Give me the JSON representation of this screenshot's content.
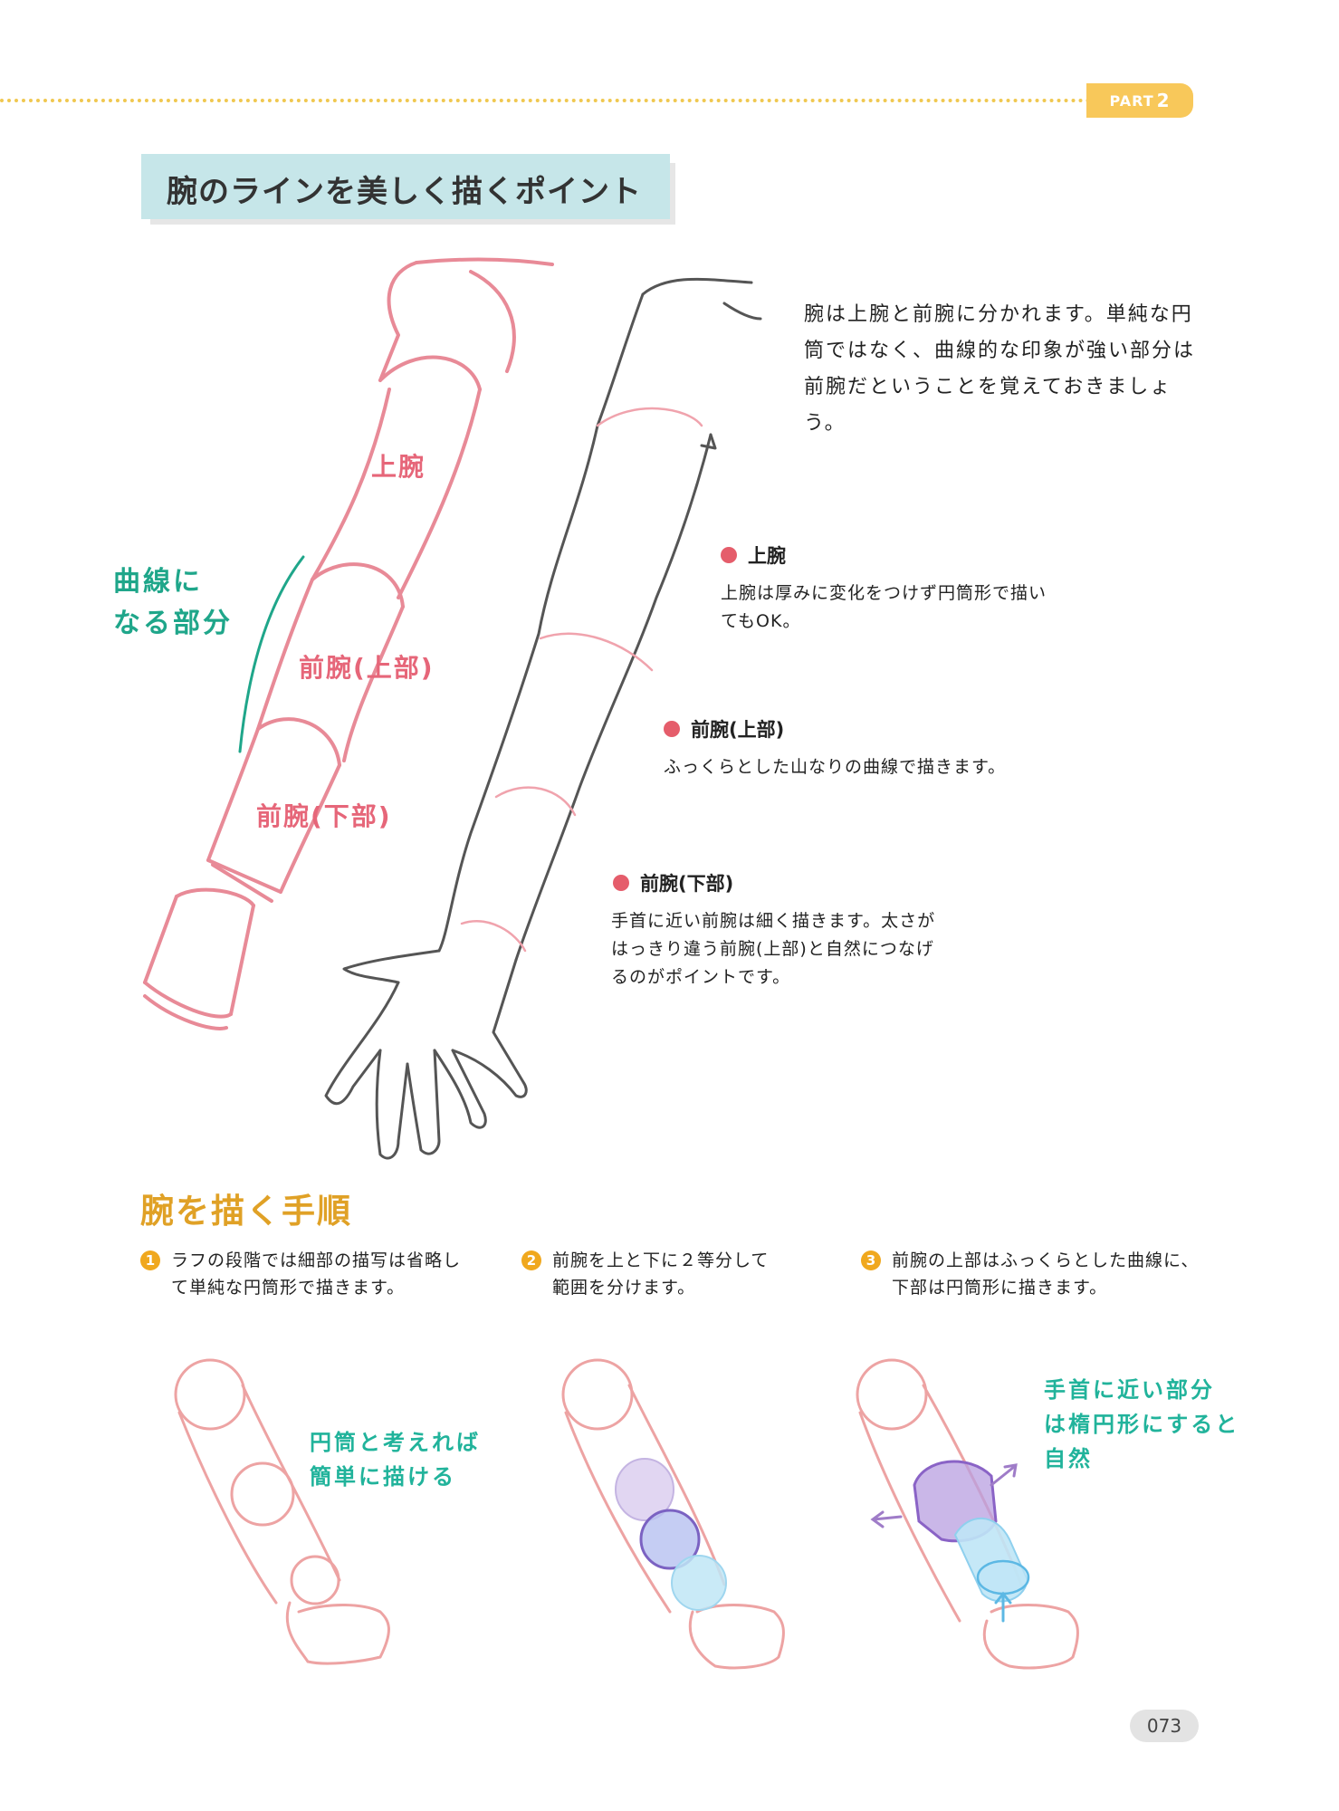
{
  "header": {
    "part_label": "PART",
    "part_number": "2"
  },
  "section": {
    "title": "腕のラインを美しく描くポイント"
  },
  "intro": {
    "text": "腕は上腕と前腕に分かれます。単純な円筒ではなく、曲線的な印象が強い部分は前腕だということを覚えておきましょう。"
  },
  "diagram_labels": {
    "upper_arm": "上腕",
    "forearm_upper": "前腕(上部)",
    "forearm_lower": "前腕(下部)",
    "curve_part_line1": "曲線に",
    "curve_part_line2": "なる部分"
  },
  "bullets": [
    {
      "title": "上腕",
      "body_line1": "上腕は厚みに変化をつけず円筒形で描い",
      "body_line2": "てもOK。"
    },
    {
      "title": "前腕(上部)",
      "body_line1": "ふっくらとした山なりの曲線で描きます。",
      "body_line2": ""
    },
    {
      "title": "前腕(下部)",
      "body_line1": "手首に近い前腕は細く描きます。太さが",
      "body_line2": "はっきり違う前腕(上部)と自然につなげ",
      "body_line3": "るのがポイントです。"
    }
  ],
  "steps": {
    "heading": "腕を描く手順",
    "items": [
      {
        "num": "1",
        "line1": "ラフの段階では細部の描写は省略し",
        "line2": "て単純な円筒形で描きます。"
      },
      {
        "num": "2",
        "line1": "前腕を上と下に２等分して",
        "line2": "範囲を分けます。"
      },
      {
        "num": "3",
        "line1": "前腕の上部はふっくらとした曲線に、",
        "line2": "下部は円筒形に描きます。"
      }
    ]
  },
  "notes": {
    "cylinder_line1": "円筒と考えれば",
    "cylinder_line2": "簡単に描ける",
    "wrist_line1": "手首に近い部分",
    "wrist_line2": "は楕円形にすると",
    "wrist_line3": "自然"
  },
  "page": {
    "number": "073"
  },
  "colors": {
    "accent_yellow": "#f8c85a",
    "title_bg": "#c6e6e9",
    "sketch_pink": "#e88a97",
    "label_pink": "#e66679",
    "teal": "#1fa68a",
    "purple": "#9f7cc8",
    "light_blue": "#8fd0ee",
    "heading_orange": "#e0a126"
  }
}
